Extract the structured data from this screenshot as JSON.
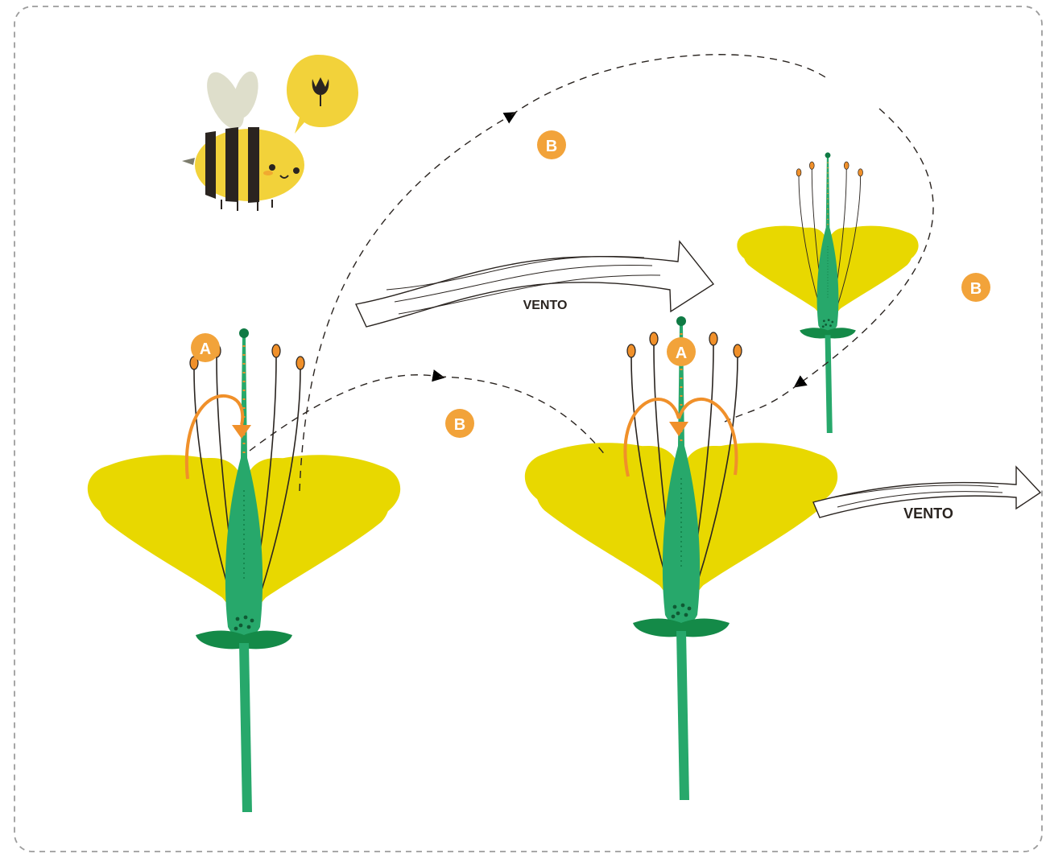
{
  "labels": {
    "a_left": "A",
    "a_right": "A",
    "b_top": "B",
    "b_right": "B",
    "b_middle": "B",
    "vento_top": "VENTO",
    "vento_right": "VENTO"
  },
  "colors": {
    "petal": "#E8D800",
    "pistil": "#27A86B",
    "pistil_dark": "#0F7A44",
    "sepal": "#148A48",
    "anther": "#F0902A",
    "badge": "#F2A33A",
    "bee_body": "#F2D23A",
    "bee_stripe": "#2A2420",
    "bee_wing": "#DEDECB",
    "bubble": "#F2D23A"
  },
  "icons": {
    "bee": "bee-icon",
    "bubble_flower": "tulip-icon",
    "wind": "wind-arrow-icon"
  }
}
